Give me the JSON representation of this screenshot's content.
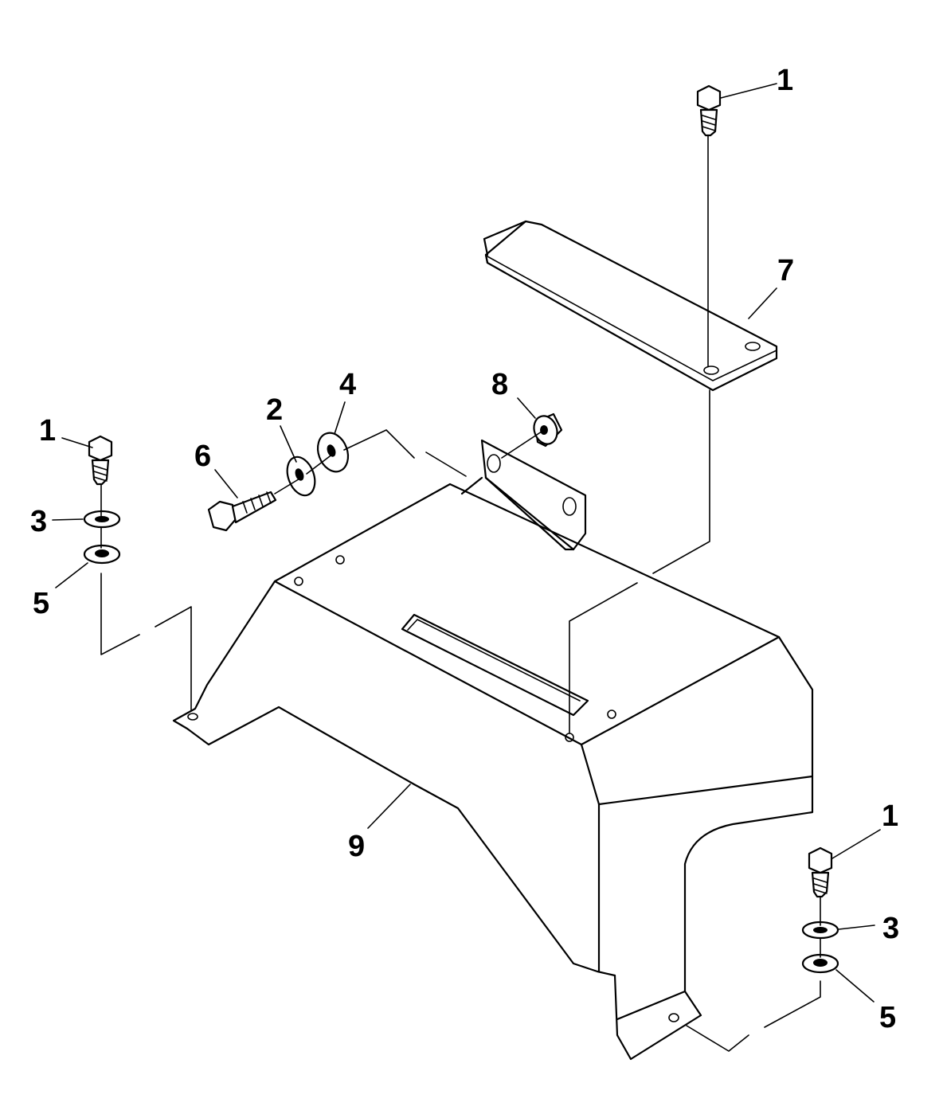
{
  "diagram": {
    "callouts": {
      "c1_top": "1",
      "c7": "7",
      "c8": "8",
      "c4": "4",
      "c2": "2",
      "c6": "6",
      "c1_left": "1",
      "c3_left": "3",
      "c5_left": "5",
      "c9": "9",
      "c1_right": "1",
      "c3_right": "3",
      "c5_right": "5"
    }
  }
}
